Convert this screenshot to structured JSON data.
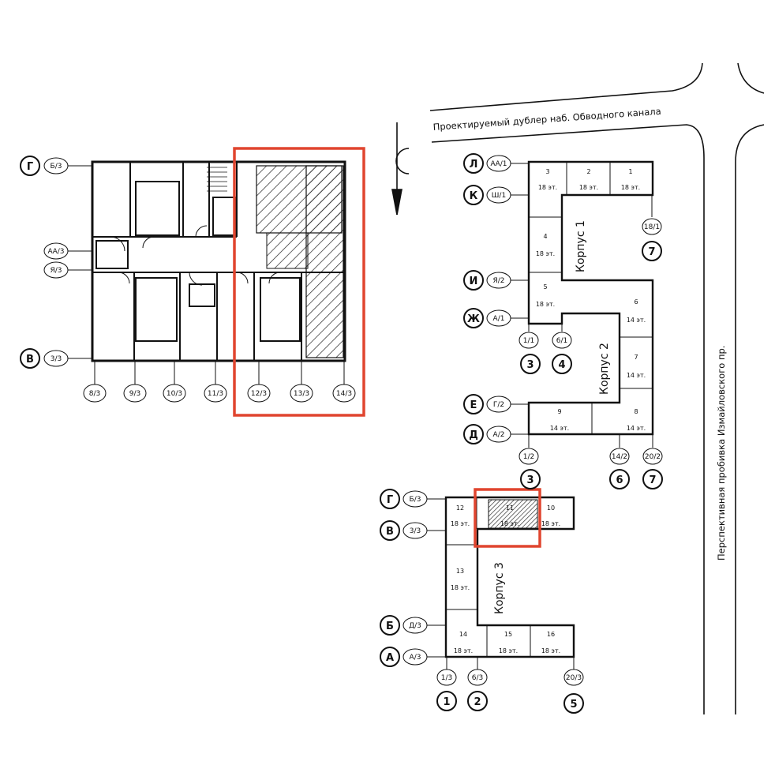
{
  "streets": {
    "top": "Проектируемый дублер наб. Обводного канала",
    "right": "Перспективная пробивка Измайловского пр."
  },
  "plan_axes": {
    "letters": [
      {
        "letter": "Г",
        "tag": "Б/3"
      },
      {
        "letter": "",
        "tag": "АА/3"
      },
      {
        "letter": "",
        "tag": "Я/3"
      },
      {
        "letter": "В",
        "tag": "3/3"
      }
    ],
    "numbers": [
      "8/3",
      "9/3",
      "10/3",
      "11/3",
      "12/3",
      "13/3",
      "14/3"
    ]
  },
  "korpus_labels": [
    "Корпус 1",
    "Корпус 2",
    "Корпус 3"
  ],
  "sections": [
    {
      "n": "1",
      "floors": "18 эт."
    },
    {
      "n": "2",
      "floors": "18 эт."
    },
    {
      "n": "3",
      "floors": "18 эт."
    },
    {
      "n": "4",
      "floors": "18 эт."
    },
    {
      "n": "5",
      "floors": "18 эт."
    },
    {
      "n": "6",
      "floors": "14 эт."
    },
    {
      "n": "7",
      "floors": "14 эт."
    },
    {
      "n": "8",
      "floors": "14 эт."
    },
    {
      "n": "9",
      "floors": "14 эт."
    },
    {
      "n": "10",
      "floors": "18 эт."
    },
    {
      "n": "11",
      "floors": "18 эт."
    },
    {
      "n": "12",
      "floors": "18 эт."
    },
    {
      "n": "13",
      "floors": "18 эт."
    },
    {
      "n": "14",
      "floors": "18 эт."
    },
    {
      "n": "15",
      "floors": "18 эт."
    },
    {
      "n": "16",
      "floors": "18 эт."
    }
  ],
  "site_axes": {
    "k1_letters": [
      {
        "letter": "Л",
        "tag": "АА/1"
      },
      {
        "letter": "К",
        "tag": "Ш/1"
      },
      {
        "letter": "И",
        "tag": "Я/2"
      },
      {
        "letter": "Ж",
        "tag": "А/1"
      },
      {
        "letter": "Е",
        "tag": "Г/2"
      },
      {
        "letter": "Д",
        "tag": "А/2"
      }
    ],
    "k3_letters": [
      {
        "letter": "Г",
        "tag": "Б/3"
      },
      {
        "letter": "В",
        "tag": "3/3"
      },
      {
        "letter": "Б",
        "tag": "Д/3"
      },
      {
        "letter": "А",
        "tag": "А/3"
      }
    ],
    "numbers": [
      {
        "num": "7",
        "tag": "18/1"
      },
      {
        "num": "3",
        "tag": "1/1"
      },
      {
        "num": "4",
        "tag": "6/1"
      },
      {
        "num": "3",
        "tag": "1/2"
      },
      {
        "num": "6",
        "tag": "14/2"
      },
      {
        "num": "7",
        "tag": "20/2"
      },
      {
        "num": "1",
        "tag": "1/3"
      },
      {
        "num": "2",
        "tag": "6/3"
      },
      {
        "num": "5",
        "tag": "20/3"
      }
    ]
  },
  "colors": {
    "highlight": "#e0452f",
    "line": "#111111"
  }
}
